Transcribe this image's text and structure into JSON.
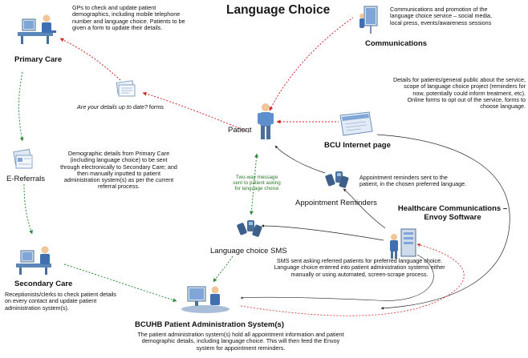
{
  "title": "Language Choice",
  "nodes": {
    "primary_care": "Primary Care",
    "e_referrals": "E-Referrals",
    "secondary_care": "Secondary Care",
    "patient": "Patient",
    "communications": "Communications",
    "bcu_internet": "BCU Internet page",
    "appointment_reminders": "Appointment Reminders",
    "healthcare_comms_line1": "Healthcare Communications –",
    "healthcare_comms_line2": "Envoy Software",
    "language_sms": "Language choice SMS",
    "bcuhb_pas": "BCUHB Patient Administration System(s)"
  },
  "descriptions": {
    "gp": [
      "GPs to check and update patient",
      "demographics, including mobile telephone",
      "number and language choice. Patients to be",
      "given a form to update their details."
    ],
    "forms_prefix": "Are your details up to date?",
    "forms_suffix": " forms",
    "communications": [
      "Communications and promotion of the",
      "language choice service – social media,",
      "local press, events/awareness sessions"
    ],
    "bcu_internet": [
      "Details for patients/general public about the service,",
      "scope of language choice project (reminders for",
      "now, potentially could inform treatment, etc).",
      "Online forms to opt out of the service, forms to",
      "choose language."
    ],
    "e_referrals": [
      "Demographic details from Primary Care",
      "(including language choice) to be sent",
      "through electronically to Secondary Care; and",
      "then manually inputted to patient",
      "administration system(s) as per the current",
      "referral process."
    ],
    "two_way": [
      "Two-way message",
      "sent to patient asking",
      "for language choice"
    ],
    "appointment_reminders": [
      "Appointment reminders sent to the",
      "patient, in the chosen preferred language."
    ],
    "sms": [
      "SMS sent asking referred patients for preferred language choice.",
      "Language choice entered into patient administration systems either",
      "manually or using automated, screen-scrape process."
    ],
    "secondary_care": [
      "Receptionists/clerks to check patient details",
      "on every contact and update patient",
      "administration system(s)."
    ],
    "pas": [
      "The patient administration system(s) hold all appointment information and patient",
      "demographic details, including language choice. This will then feed the Envoy",
      "system for appointment reminders."
    ]
  },
  "icons": {
    "primary_care": "desk-worker-icon",
    "forms": "paper-forms-icon",
    "communications": "display-board-icon",
    "patient": "patient-figure-icon",
    "bcu_internet": "web-page-icon",
    "e_referrals": "document-stack-icon",
    "appointment_reminders": "phones-icon",
    "language_sms": "phones-icon",
    "envoy": "server-operator-icon",
    "secondary_care": "desk-worker-icon",
    "pas": "computer-workstation-icon"
  },
  "colors": {
    "green_flow": "#2e8b3a",
    "red_flow": "#cc2a2a",
    "black_flow": "#222222",
    "two_way_text": "#2a7a2a"
  }
}
